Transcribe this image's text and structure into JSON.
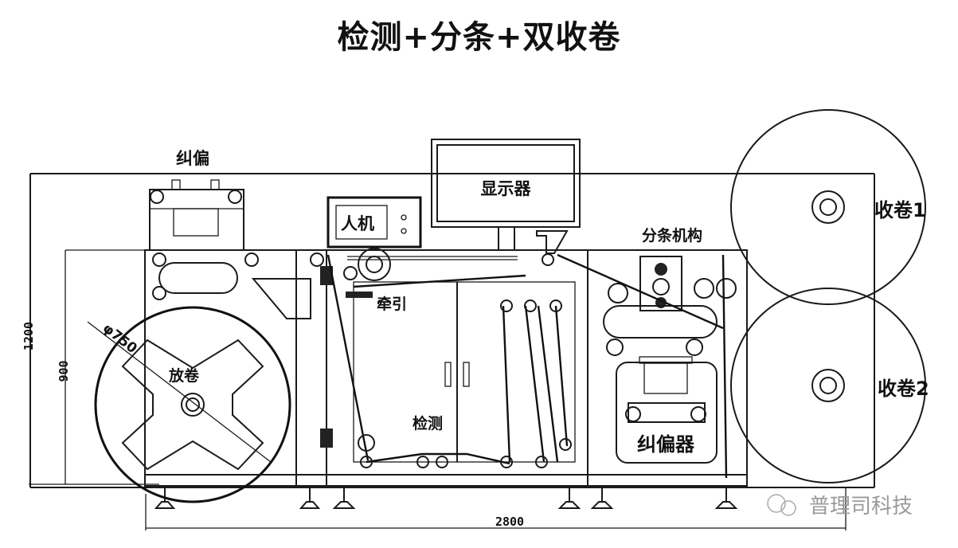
{
  "title": "检测+分条+双收卷",
  "labels": {
    "deviation_top": "纠偏",
    "hmi": "人机",
    "display": "显示器",
    "traction": "牵引",
    "unwind": "放卷",
    "inspection": "检测",
    "slitting": "分条机构",
    "corrector": "纠偏器",
    "rewind1": "收卷1",
    "rewind2": "收卷2"
  },
  "dimensions": {
    "total_height": "1200",
    "frame_height": "900",
    "unwind_diameter": "φ750",
    "total_length": "2800"
  },
  "watermark": "普理司科技"
}
